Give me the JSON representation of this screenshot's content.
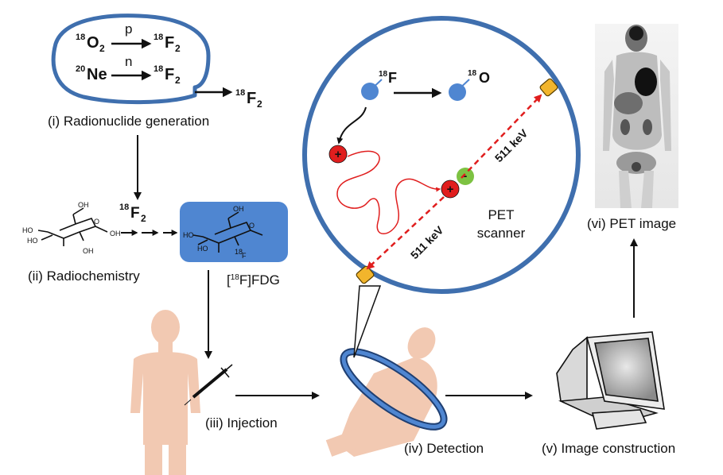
{
  "colors": {
    "blue_ring": "#3f6fae",
    "ring_fill": "#ffffff",
    "fdg_box": "#4f86d1",
    "atom_blue": "#4f86d1",
    "positron_red": "#e01e1e",
    "electron_green": "#7dc242",
    "detector_yellow": "#f2b52c",
    "skin": "#f2c9b2",
    "arrow": "#111111"
  },
  "stage1": {
    "row1": {
      "left_mass": "18",
      "left_sym": "O",
      "left_sub": "2",
      "particle": "p",
      "right_mass": "18",
      "right_sym": "F",
      "right_sub": "2"
    },
    "row2": {
      "left_mass": "20",
      "left_sym": "Ne",
      "particle": "n",
      "right_mass": "18",
      "right_sym": "F",
      "right_sub": "2"
    },
    "out": {
      "mass": "18",
      "sym": "F",
      "sub": "2"
    },
    "label": "(i) Radionuclide generation"
  },
  "stage2": {
    "reagent": {
      "mass": "18",
      "sym": "F",
      "sub": "2"
    },
    "label": "(ii) Radiochemistry",
    "glucose_atoms": [
      "OH",
      "HO",
      "HO",
      "OH",
      "OH",
      "O"
    ],
    "fdg_atoms": [
      "OH",
      "HO",
      "HO",
      "O",
      "18",
      "F"
    ],
    "product_label_pre": "[",
    "product_mass": "18",
    "product_label_post": "F]FDG"
  },
  "stage3": {
    "label": "(iii) Injection"
  },
  "stage4": {
    "label": "(iv) Detection",
    "decay_from": {
      "mass": "18",
      "sym": "F"
    },
    "decay_to": {
      "mass": "18",
      "sym": "O"
    },
    "positron": "+",
    "electron": "-",
    "gamma_top": "511 keV",
    "gamma_bottom": "511 keV",
    "scanner_line1": "PET",
    "scanner_line2": "scanner"
  },
  "stage5": {
    "label": "(v) Image construction"
  },
  "stage6": {
    "label": "(vi) PET image"
  }
}
